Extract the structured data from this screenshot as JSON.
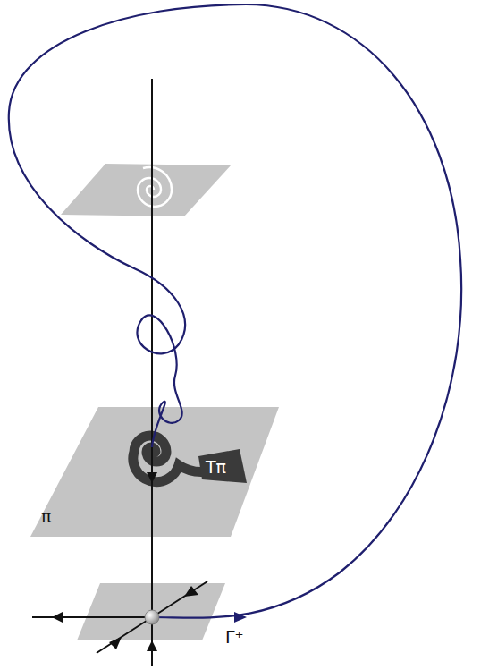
{
  "diagram": {
    "labels": [
      "π",
      "Tπ",
      "Γ⁺"
    ]
  }
}
